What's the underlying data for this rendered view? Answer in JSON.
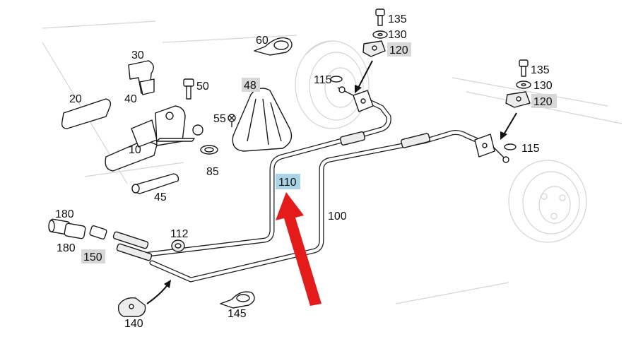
{
  "diagram": {
    "title": "Parking brake cable assembly",
    "colors": {
      "callout_arrow": "#e31b1b",
      "highlight_box": "#a8d4e6",
      "grey_box": "#d8d8d8",
      "line": "#1a1a1a"
    },
    "labels": {
      "p10": "10",
      "p20": "20",
      "p30": "30",
      "p40": "40",
      "p45": "45",
      "p48": "48",
      "p50": "50",
      "p55": "55",
      "p60": "60",
      "p85": "85",
      "p100": "100",
      "p110": "110",
      "p112": "112",
      "p115a": "115",
      "p115b": "115",
      "p120a": "120",
      "p120b": "120",
      "p130a": "130",
      "p130b": "130",
      "p135a": "135",
      "p135b": "135",
      "p140": "140",
      "p145": "145",
      "p150": "150",
      "p180a": "180",
      "p180b": "180"
    }
  }
}
